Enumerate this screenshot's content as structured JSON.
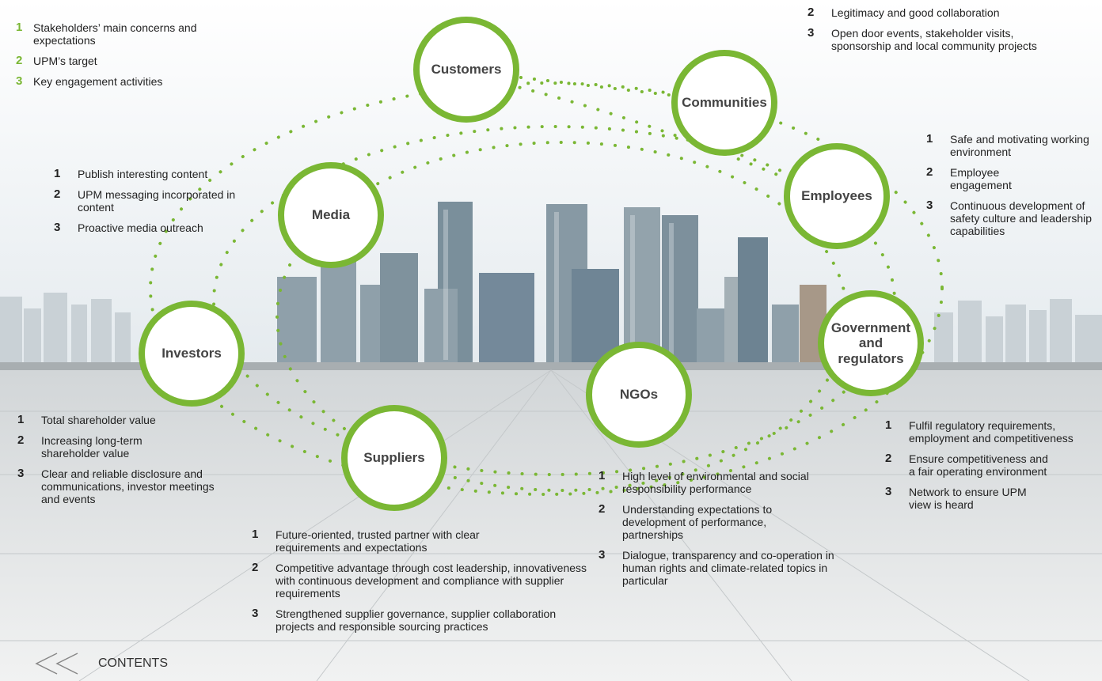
{
  "legend": [
    {
      "num": "1",
      "text": "Stakeholders’ main concerns and expectations"
    },
    {
      "num": "2",
      "text": "UPM’s target"
    },
    {
      "num": "3",
      "text": "Key engagement activities"
    }
  ],
  "stakeholders": {
    "customers": "Customers",
    "communities": "Communities",
    "employees": "Employees",
    "media": "Media",
    "investors": "Investors",
    "government": [
      "Government",
      "and",
      "regulators"
    ],
    "ngos": "NGOs",
    "suppliers": "Suppliers"
  },
  "communities_list": [
    {
      "num": "2",
      "text": "Legitimacy and good collaboration"
    },
    {
      "num": "3",
      "text": "Open door events, stakeholder visits, sponsorship and local community projects"
    }
  ],
  "employees_list": [
    {
      "num": "1",
      "text": "Safe and motivating working environment"
    },
    {
      "num": "2",
      "text": "Employee engagement"
    },
    {
      "num": "3",
      "text": "Continuous development of safety culture and leadership capabilities"
    }
  ],
  "media_list": [
    {
      "num": "1",
      "text": "Publish interesting content"
    },
    {
      "num": "2",
      "text": "UPM messaging incorporated in content"
    },
    {
      "num": "3",
      "text": "Proactive media outreach"
    }
  ],
  "investors_list": [
    {
      "num": "1",
      "text": "Total shareholder value"
    },
    {
      "num": "2",
      "text": "Increasing long-term shareholder value"
    },
    {
      "num": "3",
      "text": "Clear and reliable disclosure and communications, investor meetings and events"
    }
  ],
  "suppliers_list": [
    {
      "num": "1",
      "text": "Future-oriented, trusted partner with clear requirements and expectations"
    },
    {
      "num": "2",
      "text": "Competitive advantage through cost leadership, innovativeness with continuous development and compliance with supplier requirements"
    },
    {
      "num": "3",
      "text": "Strengthened supplier governance, supplier collaboration projects and responsible sourcing practices"
    }
  ],
  "ngos_list": [
    {
      "num": "1",
      "text": "High level of environmental and social responsibility performance"
    },
    {
      "num": "2",
      "text": "Understanding expectations to development of performance, partnerships"
    },
    {
      "num": "3",
      "text": "Dialogue, transparency and co-operation in human rights and climate-related topics in particular"
    }
  ],
  "government_list": [
    {
      "num": "1",
      "text": "Fulfil regulatory requirements, employment and competitiveness"
    },
    {
      "num": "2",
      "text": "Ensure competitiveness and a fair operating environment"
    },
    {
      "num": "3",
      "text": "Network to ensure UPM view is heard"
    }
  ],
  "nav": {
    "contents_label": "CONTENTS"
  },
  "colors": {
    "accent": "#7ab734"
  }
}
